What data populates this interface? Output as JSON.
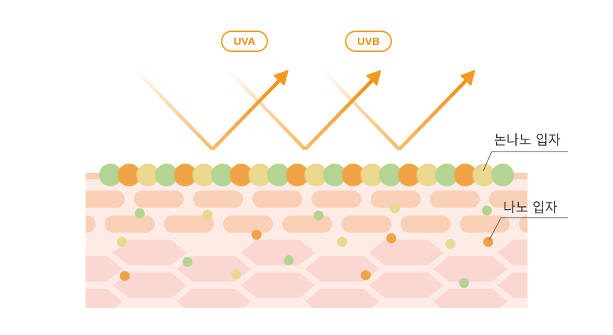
{
  "labels": {
    "uva": "UVA",
    "uvb": "UVB",
    "non_nano": "논나노 입자",
    "nano": "나노 입자"
  },
  "colors": {
    "orange": "#f0a445",
    "green": "#b5d492",
    "yellow": "#ead88e",
    "arrow": "#f39a1e",
    "skin": "#fdece6",
    "brick": "#f9cfb5",
    "cell": "#fad8d1"
  },
  "particle_pattern": [
    "green",
    "orange",
    "yellow"
  ],
  "particle_count": 22
}
